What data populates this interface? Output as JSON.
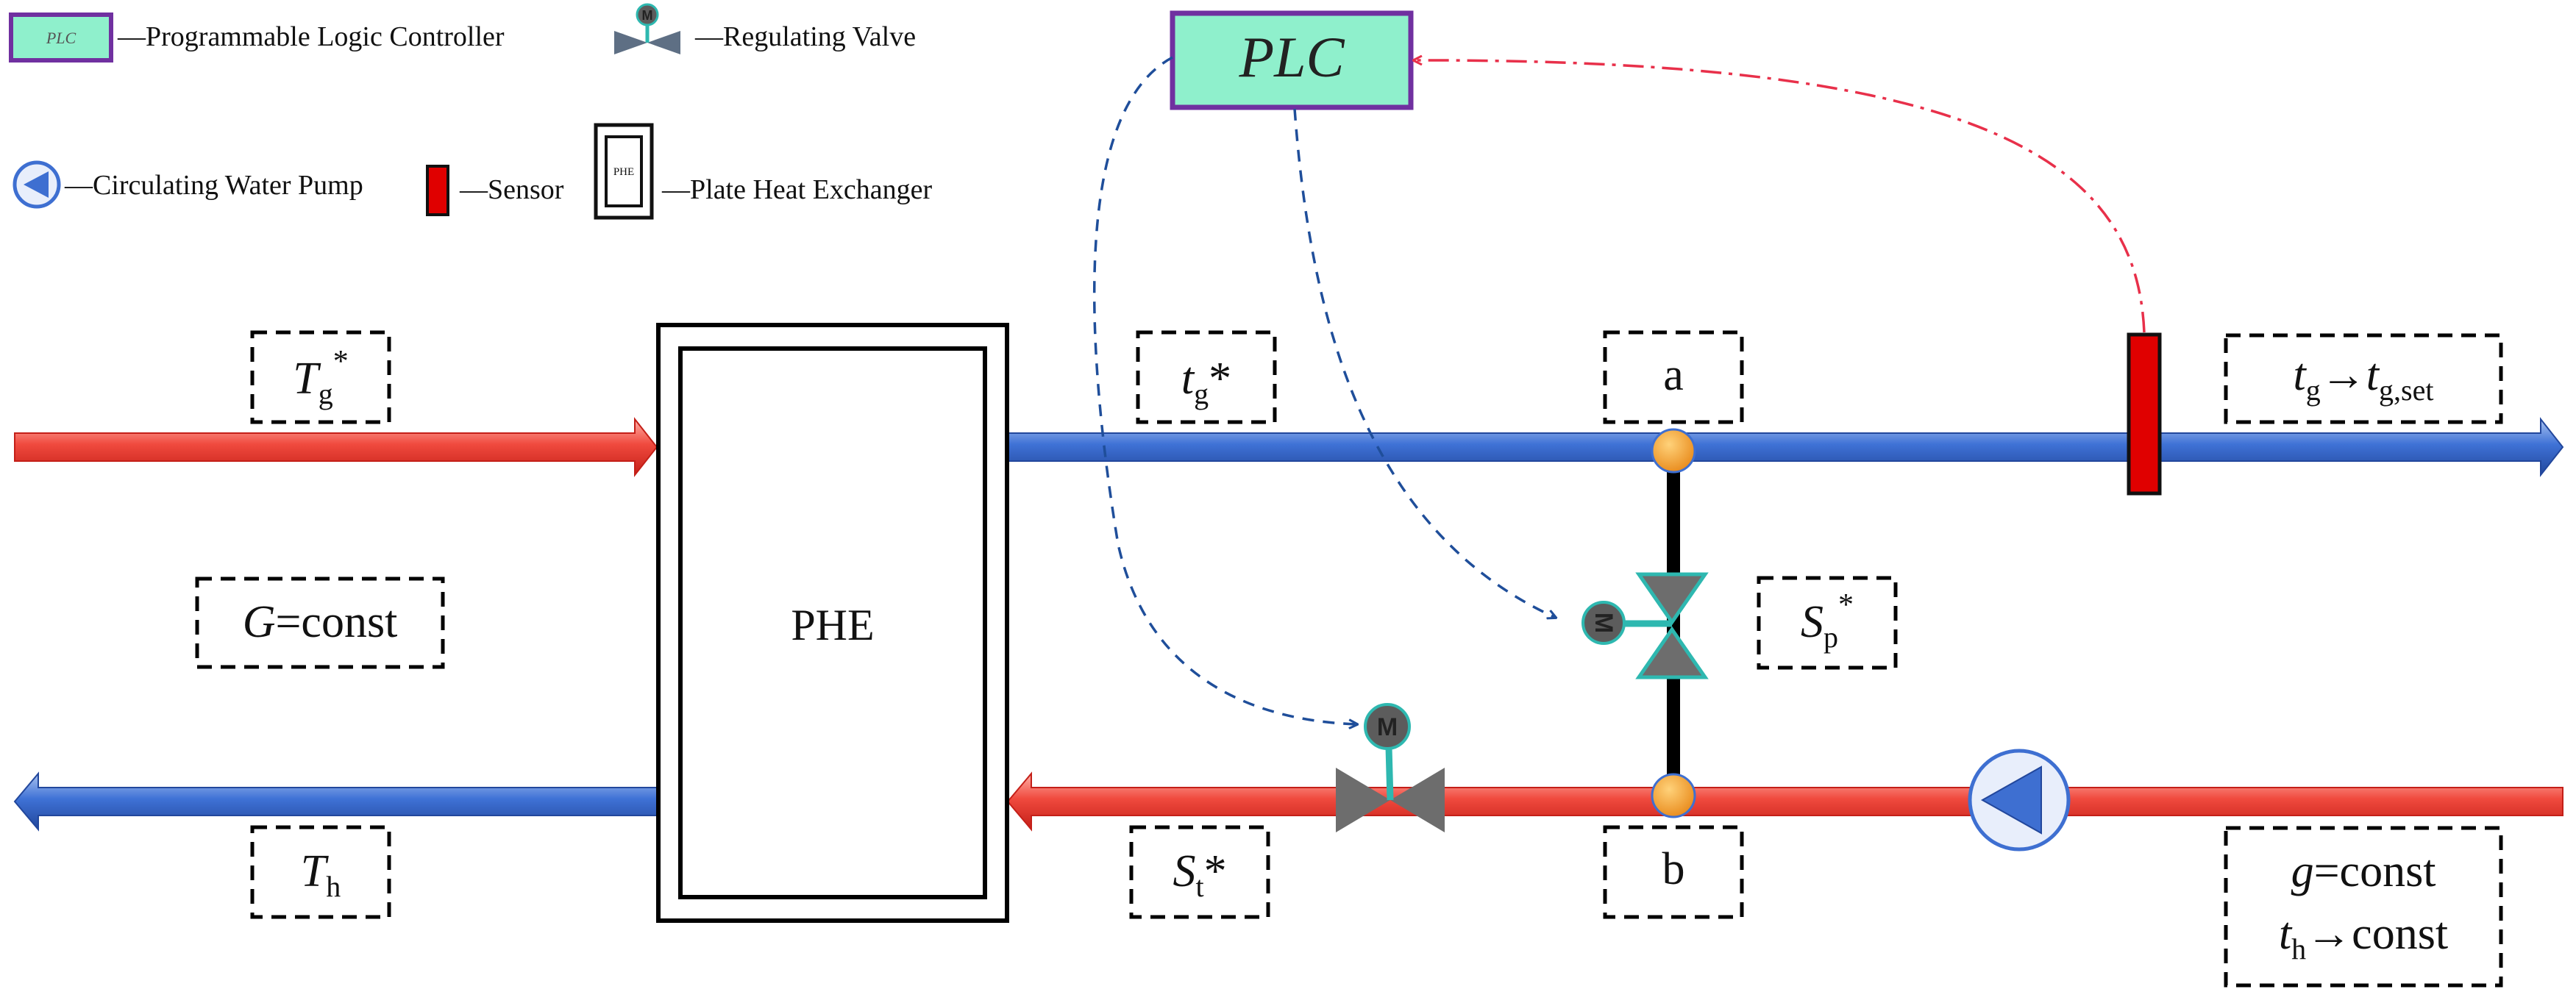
{
  "legend": {
    "plc_box_text": "PLC",
    "plc_label": "—Programmable Logic Controller",
    "valve_label": "—Regulating Valve",
    "valve_motor_text": "M",
    "pump_label": "—Circulating Water Pump",
    "sensor_label": "—Sensor",
    "phe_box_text": "PHE",
    "phe_label": "—Plate Heat Exchanger"
  },
  "plc": {
    "text": "PLC"
  },
  "phe": {
    "text": "PHE"
  },
  "labels": {
    "Tg": {
      "sym": "T",
      "sub": "g",
      "sup": "*"
    },
    "tg": {
      "sym": "t",
      "sub": "g",
      "sup": "*"
    },
    "a": {
      "text": "a"
    },
    "b": {
      "text": "b"
    },
    "tg_set": {
      "sym": "t",
      "sub": "g",
      "arrow": "→",
      "sym2": "t",
      "sub2": "g,set"
    },
    "G_const": {
      "sym": "G",
      "rest": "=const"
    },
    "Sp": {
      "sym": "S",
      "sub": "p",
      "sup": "*"
    },
    "Th": {
      "sym": "T",
      "sub": "h"
    },
    "St": {
      "sym": "S",
      "sub": "t",
      "sup": "*"
    },
    "g_const": {
      "sym": "g",
      "rest": "=const"
    },
    "th_const": {
      "sym": "t",
      "sub": "h",
      "rest": "→const"
    }
  },
  "motor_text": "M",
  "colors": {
    "hot_pipe": "#e8322e",
    "cold_pipe": "#3e6fd1",
    "plc_fill": "#8ff0cc",
    "plc_border": "#7030a0",
    "sensor": "#e00000",
    "valve_gray": "#6d6d6d",
    "valve_stem": "#2eb8b0",
    "signal_blue": "#1f4e9a",
    "signal_red": "#e8304a",
    "junction": "#f5a623"
  }
}
